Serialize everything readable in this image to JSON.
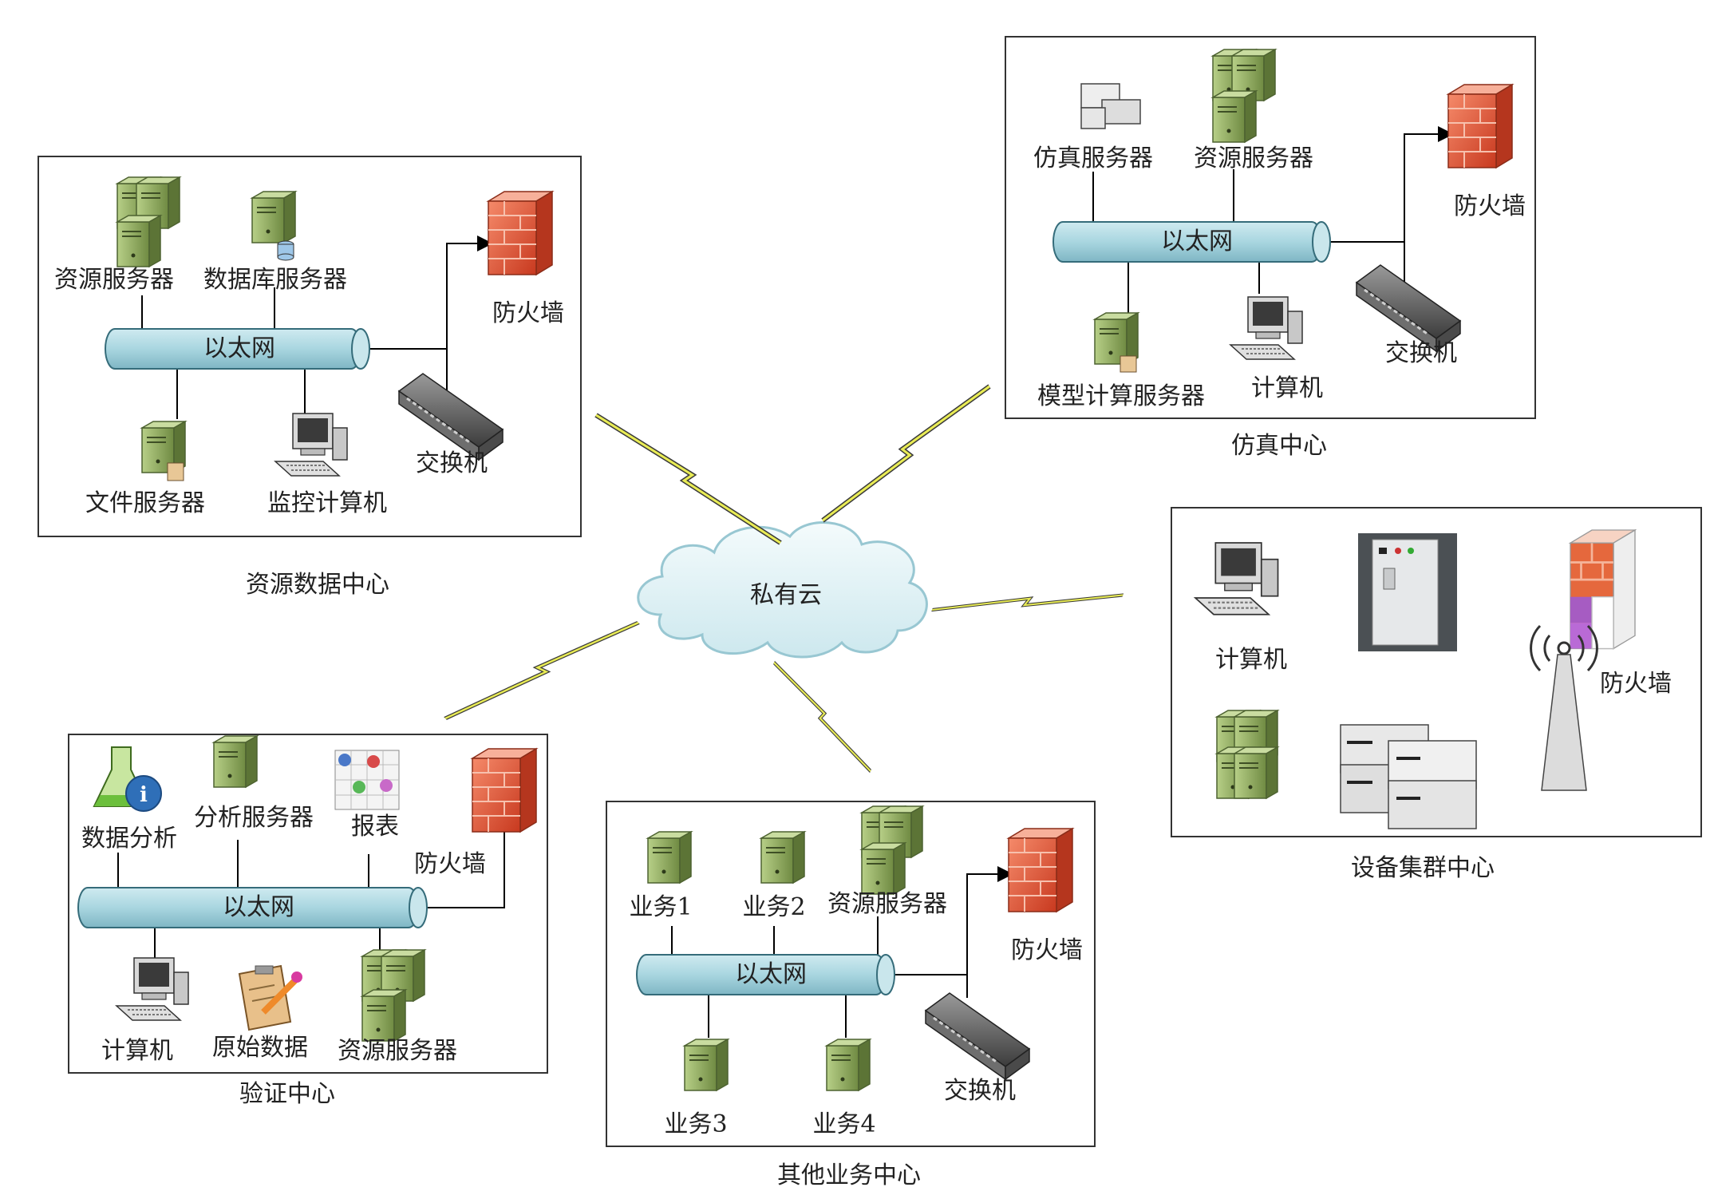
{
  "cloud": {
    "label": "私有云"
  },
  "centers": {
    "resource": {
      "caption": "资源数据中心",
      "ethernet": "以太网",
      "labels": {
        "resource_server": "资源服务器",
        "db_server": "数据库服务器",
        "firewall": "防火墙",
        "switch": "交换机",
        "file_server": "文件服务器",
        "monitor_pc": "监控计算机"
      }
    },
    "simulation": {
      "caption": "仿真中心",
      "ethernet": "以太网",
      "labels": {
        "sim_server": "仿真服务器",
        "resource_server": "资源服务器",
        "firewall": "防火墙",
        "switch": "交换机",
        "model_server": "模型计算服务器",
        "computer": "计算机"
      }
    },
    "equipment": {
      "caption": "设备集群中心",
      "labels": {
        "computer": "计算机",
        "firewall": "防火墙"
      }
    },
    "verification": {
      "caption": "验证中心",
      "ethernet": "以太网",
      "labels": {
        "data_analysis": "数据分析",
        "analysis_server": "分析服务器",
        "report": "报表",
        "firewall": "防火墙",
        "computer": "计算机",
        "raw_data": "原始数据",
        "resource_server": "资源服务器"
      }
    },
    "other": {
      "caption": "其他业务中心",
      "ethernet": "以太网",
      "labels": {
        "biz1": "业务1",
        "biz2": "业务2",
        "resource_server": "资源服务器",
        "firewall": "防火墙",
        "switch": "交换机",
        "biz3": "业务3",
        "biz4": "业务4"
      }
    }
  },
  "colors": {
    "ethernet_fill": "#a9d6e0",
    "server_green": "#8aa65a",
    "firewall_red": "#e0583c",
    "bolt_yellow": "#e9ec55",
    "cloud_fill": "#e4f3f6"
  }
}
